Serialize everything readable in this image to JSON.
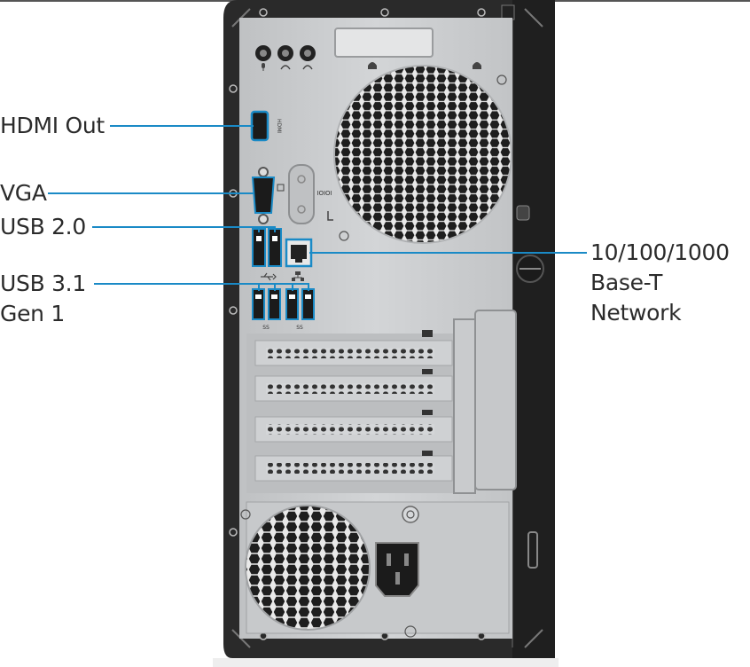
{
  "callouts": {
    "hdmi": "HDMI Out",
    "vga": "VGA",
    "usb2": "USB 2.0",
    "usb3_line1": "USB 3.1",
    "usb3_line2": "Gen 1",
    "network_line1": "10/100/1000",
    "network_line2": "Base-T",
    "network_line3": "Network"
  },
  "port_marks": {
    "hdmi_label": "HDMI",
    "serial_label": "IOIOI",
    "usb3_mark": "SS"
  },
  "colors": {
    "callout_line": "#1a8ac6",
    "port_highlight": "#1a8ac6",
    "case_frame": "#2a2a2a",
    "panel": "#c9cbcd",
    "text": "#2b2b2b"
  },
  "icons": [
    "microphone-icon",
    "headphone-icon",
    "line-out-icon",
    "usb-icon",
    "network-icon",
    "ground-icon"
  ]
}
